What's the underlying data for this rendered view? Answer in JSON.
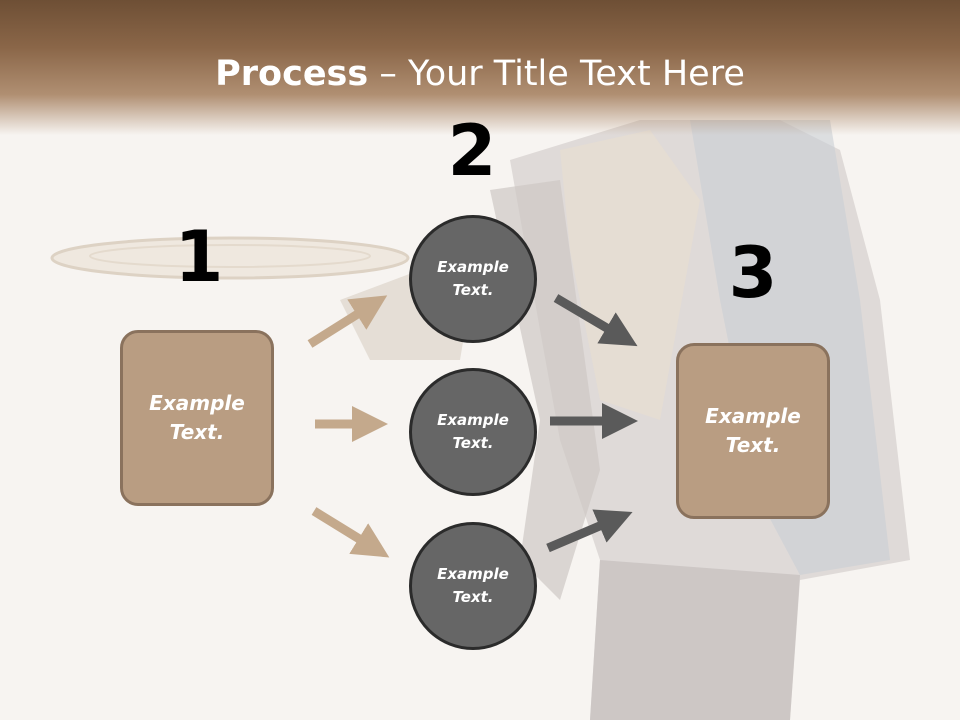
{
  "slide": {
    "title_bold": "Process",
    "title_rest": " – Your Title Text Here"
  },
  "steps": {
    "one": "1",
    "two": "2",
    "three": "3"
  },
  "boxes": {
    "left_text": "Example Text.",
    "right_text": "Example Text."
  },
  "circles": [
    {
      "text": "Example Text."
    },
    {
      "text": "Example Text."
    },
    {
      "text": "Example Text."
    }
  ],
  "colors": {
    "header": "#7a5a3f",
    "box_fill": "#b99d82",
    "box_border": "#8a725d",
    "circle_fill": "#666666",
    "circle_border": "#2b2b2b",
    "arrow_tan": "#c4a98c",
    "arrow_gray": "#5a5a5a"
  }
}
